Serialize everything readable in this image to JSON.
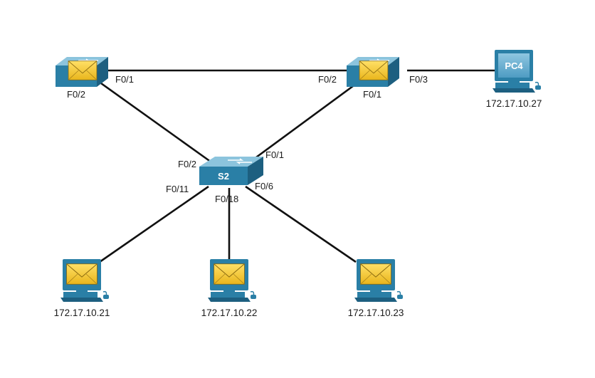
{
  "devices": {
    "s2_label": "S2",
    "pc4_label": "PC4"
  },
  "ports": {
    "left_switch_f01": "F0/1",
    "left_switch_f02": "F0/2",
    "right_switch_f02": "F0/2",
    "right_switch_f01": "F0/1",
    "right_switch_f03": "F0/3",
    "s2_f02": "F0/2",
    "s2_f01": "F0/1",
    "s2_f011": "F0/11",
    "s2_f018": "F0/18",
    "s2_f06": "F0/6"
  },
  "hosts": {
    "pc4_ip": "172.17.10.27",
    "pc1_ip": "172.17.10.21",
    "pc2_ip": "172.17.10.22",
    "pc3_ip": "172.17.10.23"
  },
  "colors": {
    "device_blue": "#2a7fa6",
    "device_blue_dark": "#1d5f80",
    "envelope_yellow": "#f4cc2a",
    "link": "#111111"
  }
}
